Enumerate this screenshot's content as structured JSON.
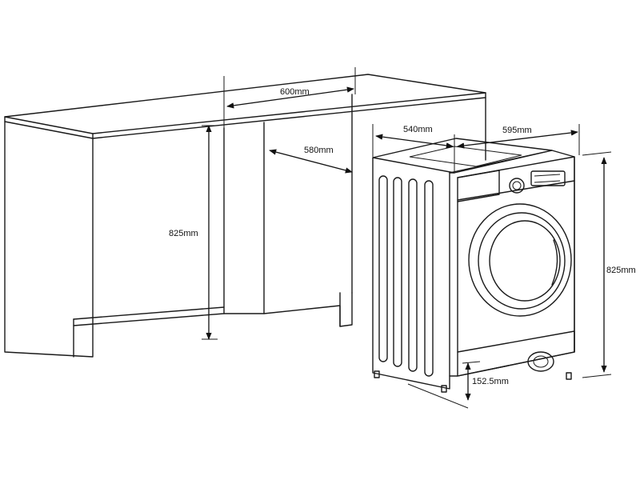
{
  "dimensions": {
    "cabinet_width": "600mm",
    "cabinet_depth": "580mm",
    "cabinet_height": "825mm",
    "machine_depth": "540mm",
    "machine_width": "595mm",
    "machine_height": "825mm",
    "door_offset": "152.5mm"
  },
  "colors": {
    "line": "#1a1a1a",
    "background": "#ffffff"
  }
}
